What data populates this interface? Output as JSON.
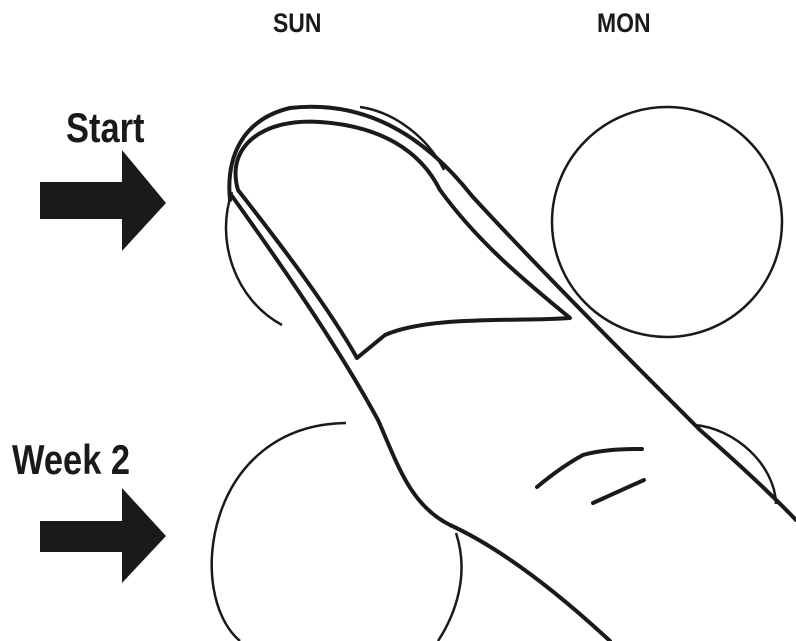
{
  "columns": {
    "sun": "SUN",
    "mon": "MON"
  },
  "rows": {
    "start": "Start",
    "week2": "Week 2"
  },
  "icons": {
    "arrow": "right-arrow-icon",
    "finger": "pointing-finger-icon",
    "button": "circle-button"
  },
  "colors": {
    "ink": "#1a1a1a",
    "background": "#ffffff"
  }
}
